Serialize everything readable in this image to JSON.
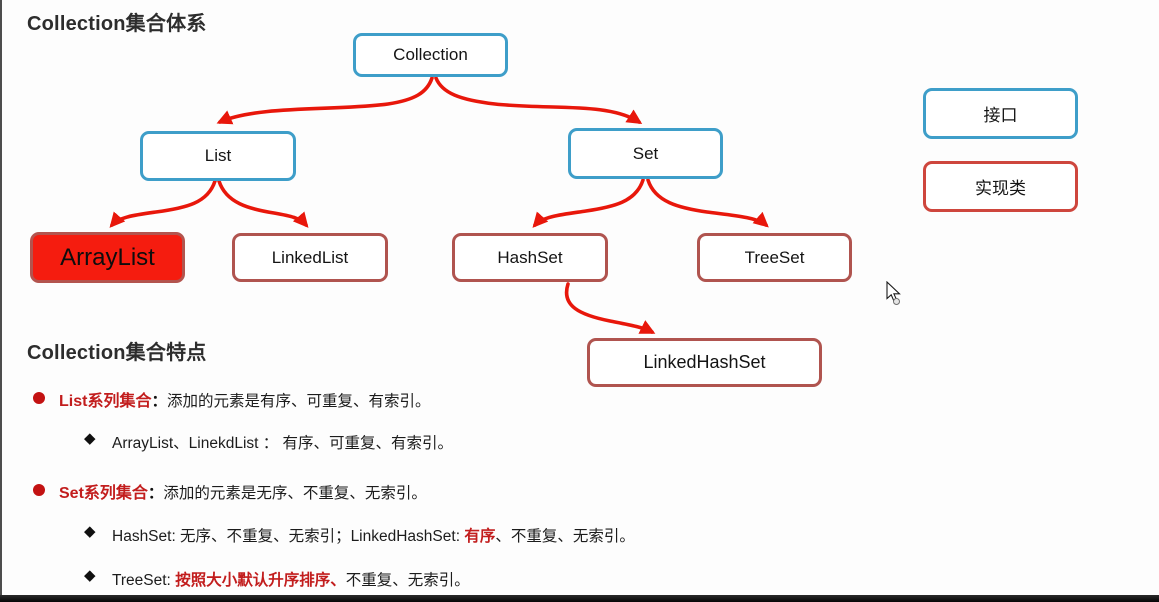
{
  "titles": {
    "system": "Collection集合体系",
    "features": "Collection集合特点"
  },
  "diagram": {
    "nodes": {
      "collection": {
        "label": "Collection",
        "kind": "interface"
      },
      "list": {
        "label": "List",
        "kind": "interface"
      },
      "set": {
        "label": "Set",
        "kind": "interface"
      },
      "arraylist": {
        "label": "ArrayList",
        "kind": "implementation-highlighted"
      },
      "linkedlist": {
        "label": "LinkedList",
        "kind": "implementation"
      },
      "hashset": {
        "label": "HashSet",
        "kind": "implementation"
      },
      "treeset": {
        "label": "TreeSet",
        "kind": "implementation"
      },
      "linkedhashset": {
        "label": "LinkedHashSet",
        "kind": "implementation"
      }
    },
    "edges": [
      "collection->list",
      "collection->set",
      "list->arraylist",
      "list->linkedlist",
      "set->hashset",
      "set->treeset",
      "hashset->linkedhashset"
    ],
    "legend": {
      "interface": {
        "label": "接口"
      },
      "implementation": {
        "label": "实现类"
      }
    }
  },
  "notes": {
    "list_bullet": {
      "head": "List系列集合",
      "colon": "：",
      "body": "添加的元素是有序、可重复、有索引。"
    },
    "list_sub": {
      "body": "ArrayList、LinekdList ： 有序、可重复、有索引。"
    },
    "set_bullet": {
      "head": "Set系列集合",
      "colon": "：",
      "body": "添加的元素是无序、不重复、无索引。"
    },
    "hashset_sub": {
      "pre": "HashSet: 无序、不重复、无索引；LinkedHashSet: ",
      "red": "有序",
      "post": "、不重复、无索引。"
    },
    "treeset_sub": {
      "pre": "TreeSet:  ",
      "red": "按照大小默认升序排序、",
      "post": "不重复、无索引。"
    }
  },
  "colors": {
    "interface_border": "#3e9ec9",
    "implementation_border": "#b0544f",
    "legend_implementation_border": "#ce463d",
    "arrow_red": "#e8170b",
    "highlight_fill": "#f51c0f",
    "red_text": "#c21d1d",
    "heading_text": "#2d2d2d"
  }
}
